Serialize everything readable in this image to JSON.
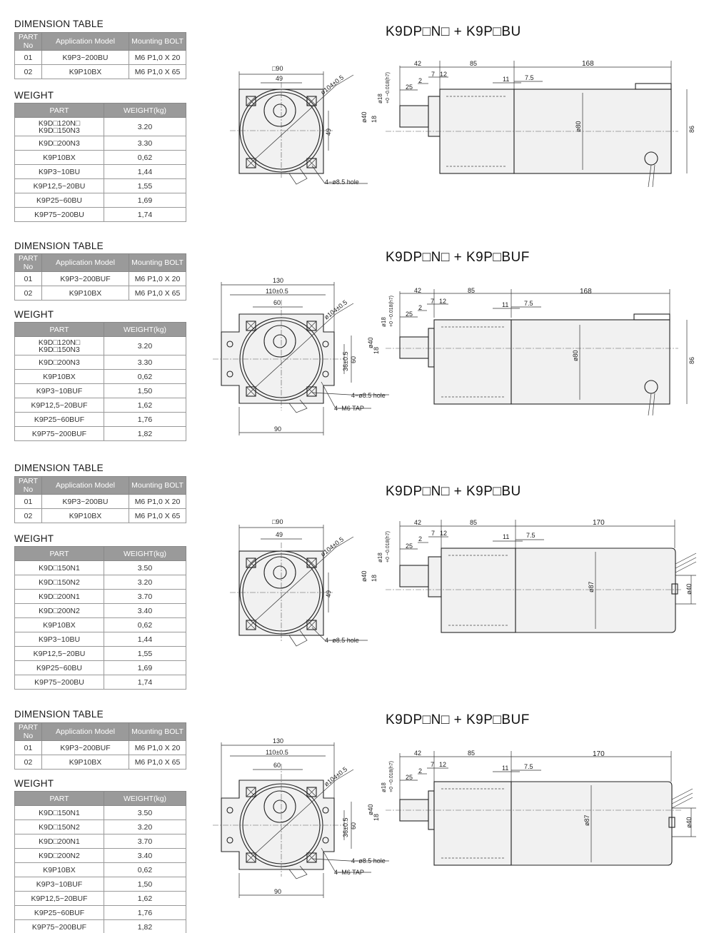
{
  "sections": [
    {
      "dimension_title": "DIMENSION TABLE",
      "dimension_headers": [
        "PART No",
        "Application Model",
        "Mounting BOLT"
      ],
      "dimension_rows": [
        [
          "01",
          "K9P3~200BU",
          "M6 P1,0 X 20"
        ],
        [
          "02",
          "K9P10BX",
          "M6 P1,0 X 65"
        ]
      ],
      "weight_title": "WEIGHT",
      "weight_headers": [
        "PART",
        "WEIGHT(kg)"
      ],
      "weight_rows": [
        [
          "K9D□120N□\nK9D□150N3",
          "3.20"
        ],
        [
          "K9D□200N3",
          "3.30"
        ],
        [
          "K9P10BX",
          "0,62"
        ],
        [
          "K9P3~10BU",
          "1,44"
        ],
        [
          "K9P12,5~20BU",
          "1,55"
        ],
        [
          "K9P25~60BU",
          "1,69"
        ],
        [
          "K9P75~200BU",
          "1,74"
        ]
      ],
      "model_title": "K9DP□N□ + K9P□BU",
      "front_labels": {
        "top": "□90",
        "inner": "49",
        "dia": "ø104±0.5",
        "side": "49",
        "hole": "4−ø8.5 hole"
      },
      "side_labels": {
        "d42": "42",
        "d85": "85",
        "dlen": "168",
        "d7": "7",
        "d12": "12",
        "d2": "2",
        "d25": "25",
        "d11": "11",
        "d75": "7.5",
        "shaft": "ø18",
        "tol": "+0 −0.018(h7)",
        "d40": "ø40",
        "d18": "18",
        "body": "ø80",
        "h": "86"
      }
    },
    {
      "dimension_title": "DIMENSION TABLE",
      "dimension_headers": [
        "PART No",
        "Application Model",
        "Mounting BOLT"
      ],
      "dimension_rows": [
        [
          "01",
          "K9P3~200BUF",
          "M6 P1,0 X 20"
        ],
        [
          "02",
          "K9P10BX",
          "M6 P1,0 X 65"
        ]
      ],
      "weight_title": "WEIGHT",
      "weight_headers": [
        "PART",
        "WEIGHT(kg)"
      ],
      "weight_rows": [
        [
          "K9D□120N□\nK9D□150N3",
          "3.20"
        ],
        [
          "K9D□200N3",
          "3.30"
        ],
        [
          "K9P10BX",
          "0,62"
        ],
        [
          "K9P3~10BUF",
          "1,50"
        ],
        [
          "K9P12,5~20BUF",
          "1,62"
        ],
        [
          "K9P25~60BUF",
          "1,76"
        ],
        [
          "K9P75~200BUF",
          "1,82"
        ]
      ],
      "model_title": "K9DP□N□ + K9P□BUF",
      "front_labels": {
        "w130": "130",
        "w110": "110±0.5",
        "w60": "60",
        "dia": "ø104±0.5",
        "s36": "36±0.5",
        "s60": "60",
        "hole": "4−ø8.5 hole",
        "tap": "4−M6 TAP",
        "b90": "90"
      },
      "side_labels": {
        "d42": "42",
        "d85": "85",
        "dlen": "168",
        "d7": "7",
        "d12": "12",
        "d2": "2",
        "d25": "25",
        "d11": "11",
        "d75": "7.5",
        "shaft": "ø18",
        "tol": "+0 −0.018(h7)",
        "d40": "ø40",
        "d18": "18",
        "body": "ø80",
        "h": "86"
      }
    },
    {
      "dimension_title": "DIMENSION TABLE",
      "dimension_headers": [
        "PART No",
        "Application Model",
        "Mounting BOLT"
      ],
      "dimension_rows": [
        [
          "01",
          "K9P3~200BU",
          "M6 P1,0 X 20"
        ],
        [
          "02",
          "K9P10BX",
          "M6 P1,0 X 65"
        ]
      ],
      "weight_title": "WEIGHT",
      "weight_headers": [
        "PART",
        "WEIGHT(kg)"
      ],
      "weight_rows": [
        [
          "K9D□150N1",
          "3.50"
        ],
        [
          "K9D□150N2",
          "3.20"
        ],
        [
          "K9D□200N1",
          "3.70"
        ],
        [
          "K9D□200N2",
          "3.40"
        ],
        [
          "K9P10BX",
          "0,62"
        ],
        [
          "K9P3~10BU",
          "1,44"
        ],
        [
          "K9P12,5~20BU",
          "1,55"
        ],
        [
          "K9P25~60BU",
          "1,69"
        ],
        [
          "K9P75~200BU",
          "1,74"
        ]
      ],
      "model_title": "K9DP□N□ + K9P□BU",
      "front_labels": {
        "top": "□90",
        "inner": "49",
        "dia": "ø104±0.5",
        "side": "49",
        "hole": "4−ø8.5 hole"
      },
      "side_labels": {
        "d42": "42",
        "d85": "85",
        "dlen": "170",
        "d7": "7",
        "d12": "12",
        "d2": "2",
        "d25": "25",
        "d11": "11",
        "d75": "7.5",
        "shaft": "ø18",
        "tol": "+0 −0.018(h7)",
        "d40": "ø40",
        "d18": "18",
        "body": "ø87",
        "h": "ø40"
      }
    },
    {
      "dimension_title": "DIMENSION TABLE",
      "dimension_headers": [
        "PART No",
        "Application Model",
        "Mounting BOLT"
      ],
      "dimension_rows": [
        [
          "01",
          "K9P3~200BUF",
          "M6 P1,0 X 20"
        ],
        [
          "02",
          "K9P10BX",
          "M6 P1,0 X 65"
        ]
      ],
      "weight_title": "WEIGHT",
      "weight_headers": [
        "PART",
        "WEIGHT(kg)"
      ],
      "weight_rows": [
        [
          "K9D□150N1",
          "3.50"
        ],
        [
          "K9D□150N2",
          "3.20"
        ],
        [
          "K9D□200N1",
          "3.70"
        ],
        [
          "K9D□200N2",
          "3.40"
        ],
        [
          "K9P10BX",
          "0,62"
        ],
        [
          "K9P3~10BUF",
          "1,50"
        ],
        [
          "K9P12,5~20BUF",
          "1,62"
        ],
        [
          "K9P25~60BUF",
          "1,76"
        ],
        [
          "K9P75~200BUF",
          "1,82"
        ]
      ],
      "model_title": "K9DP□N□ + K9P□BUF",
      "front_labels": {
        "w130": "130",
        "w110": "110±0.5",
        "w60": "60",
        "dia": "ø104±0.5",
        "s36": "36±0.5",
        "s60": "60",
        "hole": "4−ø8.5 hole",
        "tap": "4−M6 TAP",
        "b90": "90"
      },
      "side_labels": {
        "d42": "42",
        "d85": "85",
        "dlen": "170",
        "d7": "7",
        "d12": "12",
        "d2": "2",
        "d25": "25",
        "d11": "11",
        "d75": "7.5",
        "shaft": "ø18",
        "tol": "+0 −0.018(h7)",
        "d40": "ø40",
        "d18": "18",
        "body": "ø87",
        "h": "ø40"
      }
    }
  ]
}
